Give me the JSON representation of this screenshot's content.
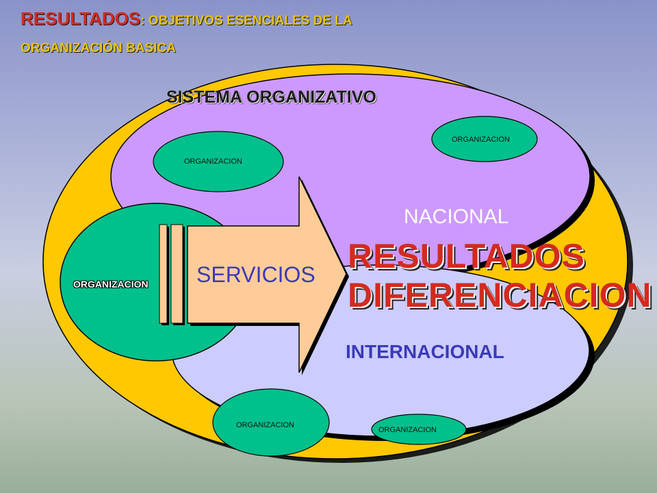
{
  "slide_title": {
    "lead": "RESULTADOS",
    "rest": ": OBJETIVOS ESENCIALES DE LA",
    "line2": "ORGANIZACIÓN BASICA"
  },
  "diagram": {
    "system_label": "SISTEMA ORGANIZATIVO",
    "nacional_label": "NACIONAL",
    "internacional_label": "INTERNACIONAL",
    "servicios_label": "SERVICIOS",
    "main_org_label": "ORGANIZACION",
    "results": [
      "RESULTADOS",
      "DIFERENCIACION"
    ],
    "org_nodes": [
      "ORGANIZACION",
      "ORGANIZACION",
      "ORGANIZACION",
      "ORGANIZACION"
    ]
  },
  "colors": {
    "outer_ellipse": "#ffc800",
    "nacional_ellipse": "#cc99ff",
    "internacional_ellipse": "#ccccff",
    "org_fill": "#00c08c",
    "arrow_fill": "#ffcc99",
    "title_red": "#d42a1f",
    "title_yellow": "#e8c400",
    "label_blue": "#3a3ab8"
  }
}
